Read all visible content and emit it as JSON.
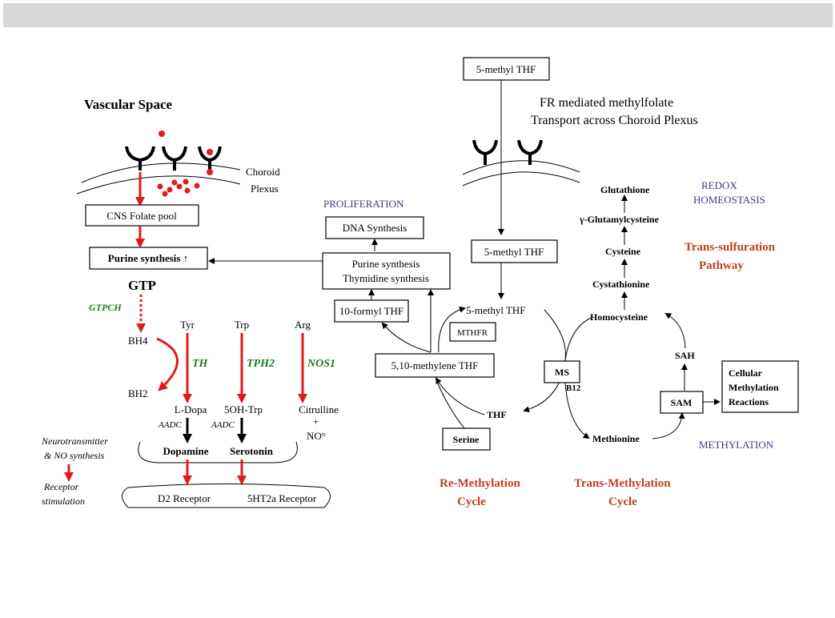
{
  "labels": {
    "vascular_space": "Vascular Space",
    "choroid": "Choroid",
    "plexus": "Plexus",
    "cns_folate_pool": "CNS Folate pool",
    "purine_synthesis_left": "Purine synthesis ↑",
    "gtp": "GTP",
    "gtpch": "GTPCH",
    "bh4": "BH4",
    "bh2": "BH2",
    "tyr": "Tyr",
    "trp": "Trp",
    "arg": "Arg",
    "th": "TH",
    "tph2": "TPH2",
    "nos1": "NOS1",
    "l_dopa": "L-Dopa",
    "oh_trp": "5OH-Trp",
    "citrulline": "Citrulline",
    "plus": "+",
    "no": "NO°",
    "aadc": "AADC",
    "dopamine": "Dopamine",
    "serotonin": "Serotonin",
    "neuro1": "Neurotransmitter",
    "neuro2": "& NO synthesis",
    "receptor1": "Receptor",
    "receptor2": "stimulation",
    "d2": "D2 Receptor",
    "ht2a": "5HT2a Receptor",
    "mthf_top": "5-methyl THF",
    "fr1": "FR mediated methylfolate",
    "fr2": "Transport across Choroid Plexus",
    "proliferation": "PROLIFERATION",
    "dna": "DNA Synthesis",
    "purine2": "Purine synthesis",
    "thymidine": "Thymidine synthesis",
    "mthf_mid": "5-methyl THF",
    "formyl": "10-formyl THF",
    "mthf_small": "5-methyl THF",
    "mthfr": "MTHFR",
    "methylene": "5,10-methylene THF",
    "thf": "THF",
    "serine": "Serine",
    "ms": "MS",
    "b12": "B12",
    "glutathione": "Glutathione",
    "glutamyl": "γ-Glutamylcysteine",
    "cysteine": "Cysteine",
    "cystathionine": "Cystathionine",
    "homocysteine": "Homocysteine",
    "redox1": "REDOX",
    "redox2": "HOMEOSTASIS",
    "transsulf1": "Trans-sulfuration",
    "transsulf2": "Pathway",
    "sah": "SAH",
    "sam": "SAM",
    "cellular1": "Cellular",
    "cellular2": "Methylation",
    "cellular3": "Reactions",
    "methionine": "Methionine",
    "methylation": "METHYLATION",
    "remeth1": "Re-Methylation",
    "remeth2": "Cycle",
    "transmeth1": "Trans-Methylation",
    "transmeth2": "Cycle"
  },
  "colors": {
    "red": "#e01b1b",
    "green": "#1a7a1a",
    "blue": "#3a3a8a",
    "orange": "#c0401a",
    "bar": "#d8d8d8"
  }
}
